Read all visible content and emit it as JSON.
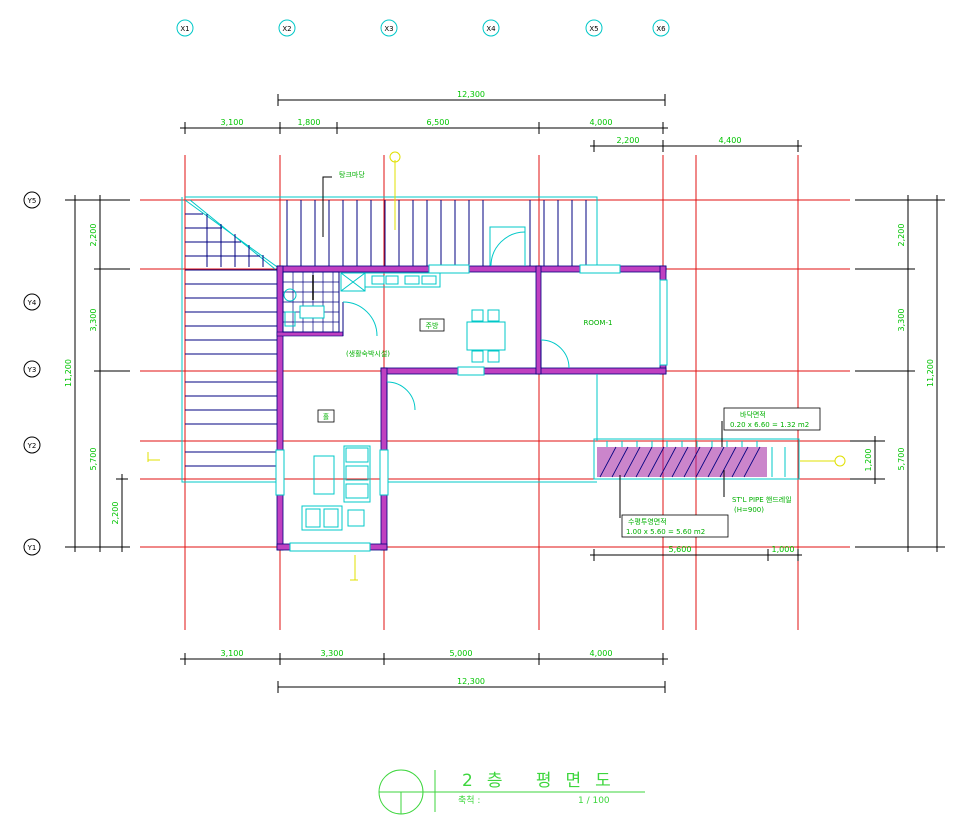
{
  "drawing": {
    "title": "2층 평면도",
    "scale_label": "축척 :",
    "scale_value": "1 / 100"
  },
  "grid_x": [
    "X1",
    "X2",
    "X3",
    "X4",
    "X5",
    "X6"
  ],
  "grid_y": [
    "Y5",
    "Y4",
    "Y3",
    "Y2",
    "Y1"
  ],
  "dims_top": {
    "overall": "12,300",
    "segments": [
      "3,100",
      "1,800",
      "6,500",
      "4,000"
    ],
    "right_segments": [
      "2,200",
      "4,400"
    ]
  },
  "dims_bottom": {
    "segments": [
      "3,100",
      "3,300",
      "5,000",
      "4,000"
    ],
    "overall": "12,300",
    "right_segments": [
      "5,600",
      "1,000"
    ]
  },
  "dims_left": {
    "overall": "11,200",
    "segments": [
      "2,200",
      "3,300",
      "5,700"
    ],
    "small": "2,200"
  },
  "dims_right": {
    "overall": "11,200",
    "segments": [
      "2,200",
      "3,300",
      "5,700"
    ],
    "small": "1,200"
  },
  "rooms": {
    "deck": "탕크마당",
    "kitchen": "주방",
    "room1": "ROOM-1",
    "living_area": "(생활숙박시설)",
    "hall": "홀"
  },
  "notes": {
    "floor_area_title": "바닥면적",
    "floor_area_calc": "0.20 x 6.60 = 1.32 m2",
    "pipe_title": "ST'L PIPE 핸드레일",
    "pipe_sub": "(H=900)",
    "proj_title": "수평투영면적",
    "proj_calc": "1.00 x 5.60 = 5.60 m2"
  }
}
